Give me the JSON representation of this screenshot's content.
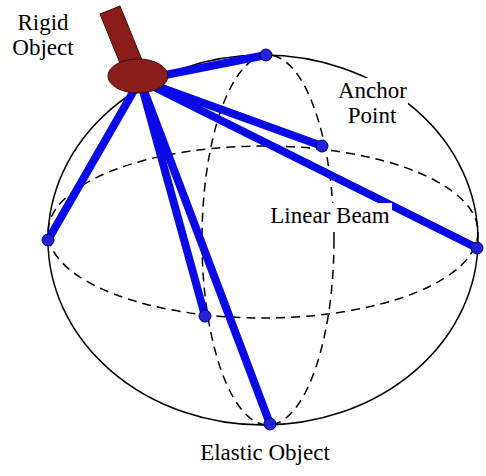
{
  "diagram": {
    "labels": [
      "Rigid Object",
      "Anchor Point",
      "Linear Beam",
      "Elastic Object"
    ]
  }
}
